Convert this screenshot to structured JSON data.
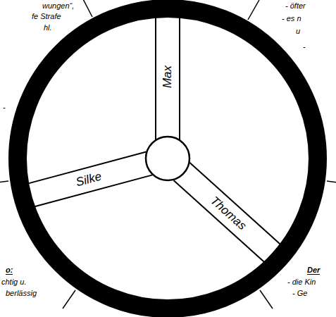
{
  "diagram": {
    "nodes": [
      {
        "text": [
          "Max"
        ]
      },
      {
        "text": [
          "Silke"
        ]
      },
      {
        "text": [
          "Thomas"
        ]
      }
    ],
    "labels": [
      "wungen“,",
      "fe Strafe",
      "hl.",
      "-",
      "- öfter",
      "- es n",
      "u",
      "-",
      "o:",
      "chtig u.",
      "berlässig",
      "Der",
      "- die Kin",
      "- Ge"
    ]
  }
}
